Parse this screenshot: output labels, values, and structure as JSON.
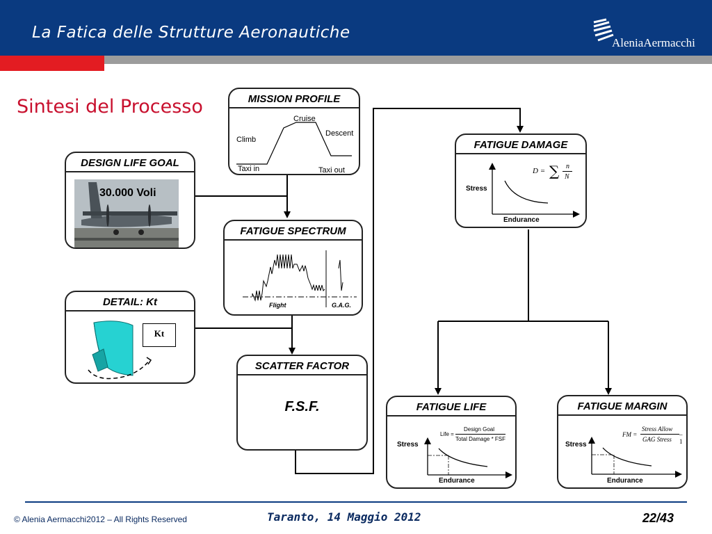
{
  "header": {
    "title": "La Fatica delle Strutture Aeronautiche",
    "logo": "AleniaAermacchi",
    "colors": {
      "bar": "#0a3a80",
      "accent": "#e31c22"
    }
  },
  "page_heading": "Sintesi del Processo",
  "mission_profile": {
    "title": "MISSION PROFILE",
    "labels": {
      "cruise": "Cruise",
      "climb": "Climb",
      "descent": "Descent",
      "taxi_in": "Taxi in",
      "taxi_out": "Taxi out"
    }
  },
  "design_life_goal": {
    "title": "DESIGN LIFE GOAL",
    "value": "30.000 Voli"
  },
  "fatigue_spectrum": {
    "title": "FATIGUE SPECTRUM",
    "flight": "Flight",
    "gag": "G.A.G."
  },
  "detail": {
    "title": "DETAIL: Kt",
    "kt": "Kt"
  },
  "scatter_factor": {
    "title": "SCATTER  FACTOR",
    "value": "F.S.F."
  },
  "fatigue_damage": {
    "title": "FATIGUE DAMAGE",
    "formula_d": "D =",
    "formula_sum": "∑",
    "formula_n": "n",
    "formula_N": "N",
    "stress": "Stress",
    "endurance": "Endurance"
  },
  "fatigue_life": {
    "title": "FATIGUE  LIFE",
    "life": "Life =",
    "numerator": "Design Goal",
    "denominator": "Total Damage * FSF",
    "stress": "Stress",
    "endurance": "Endurance"
  },
  "fatigue_margin": {
    "title": "FATIGUE MARGIN",
    "fm": "FM =",
    "numerator": "Stress Allow",
    "denominator": "GAG Stress",
    "minus_one": "– 1",
    "stress": "Stress",
    "endurance": "Endurance"
  },
  "footer": {
    "copyright": "© Alenia Aermacchi2012 – All Rights Reserved",
    "date": "Taranto, 14 Maggio 2012",
    "page": "22/43"
  }
}
